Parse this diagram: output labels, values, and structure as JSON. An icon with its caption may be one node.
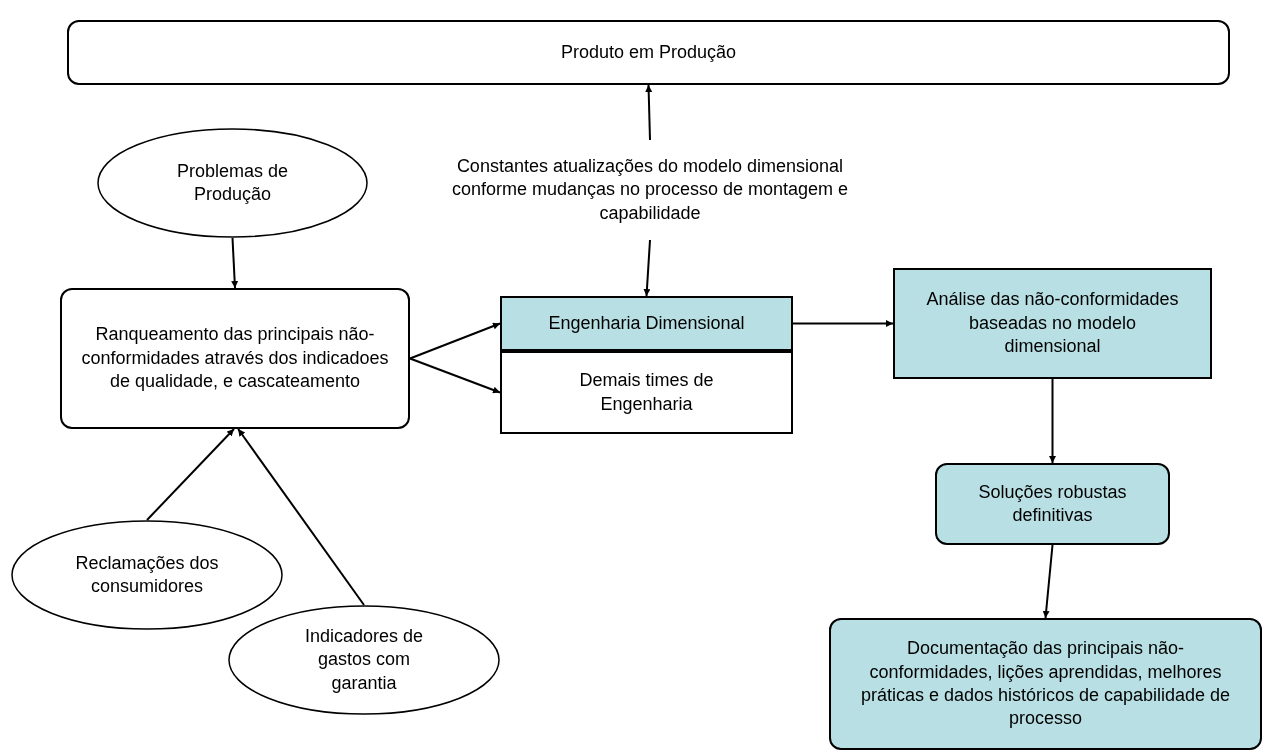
{
  "diagram": {
    "nodes": [
      {
        "text": [
          "Produto em Produção"
        ]
      },
      {
        "text": [
          "Constantes atualizações do modelo dimensional conforme mudanças no processo de montagem e capabilidade"
        ]
      },
      {
        "text": [
          "Problemas de Produção"
        ]
      },
      {
        "text": [
          "Ranqueamento das principais não-conformidades através dos indicadoes de qualidade, e cascateamento"
        ]
      },
      {
        "text": [
          "Engenharia Dimensional"
        ]
      },
      {
        "text": [
          "Demais times de Engenharia"
        ]
      },
      {
        "text": [
          "Análise das não-conformidades baseadas no modelo dimensional"
        ]
      },
      {
        "text": [
          "Soluções robustas definitivas"
        ]
      },
      {
        "text": [
          "Documentação das principais não-conformidades, lições aprendidas, melhores práticas e dados históricos de capabilidade de processo"
        ]
      },
      {
        "text": [
          "Reclamações dos consumidores"
        ]
      },
      {
        "text": [
          "Indicadores de gastos com garantia"
        ]
      }
    ],
    "edges": [
      {
        "from": 1,
        "to": 0,
        "arrow": "to"
      },
      {
        "from": 1,
        "to": 4,
        "arrow": "to"
      },
      {
        "from": 2,
        "to": 3,
        "arrow": "to"
      },
      {
        "from": 3,
        "to": 4,
        "arrow": "to"
      },
      {
        "from": 3,
        "to": 5,
        "arrow": "to"
      },
      {
        "from": 4,
        "to": 6,
        "arrow": "to"
      },
      {
        "from": 6,
        "to": 7,
        "arrow": "to"
      },
      {
        "from": 7,
        "to": 8,
        "arrow": "to"
      },
      {
        "from": 9,
        "to": 3,
        "arrow": "to"
      },
      {
        "from": 10,
        "to": 3,
        "arrow": "to"
      }
    ]
  }
}
